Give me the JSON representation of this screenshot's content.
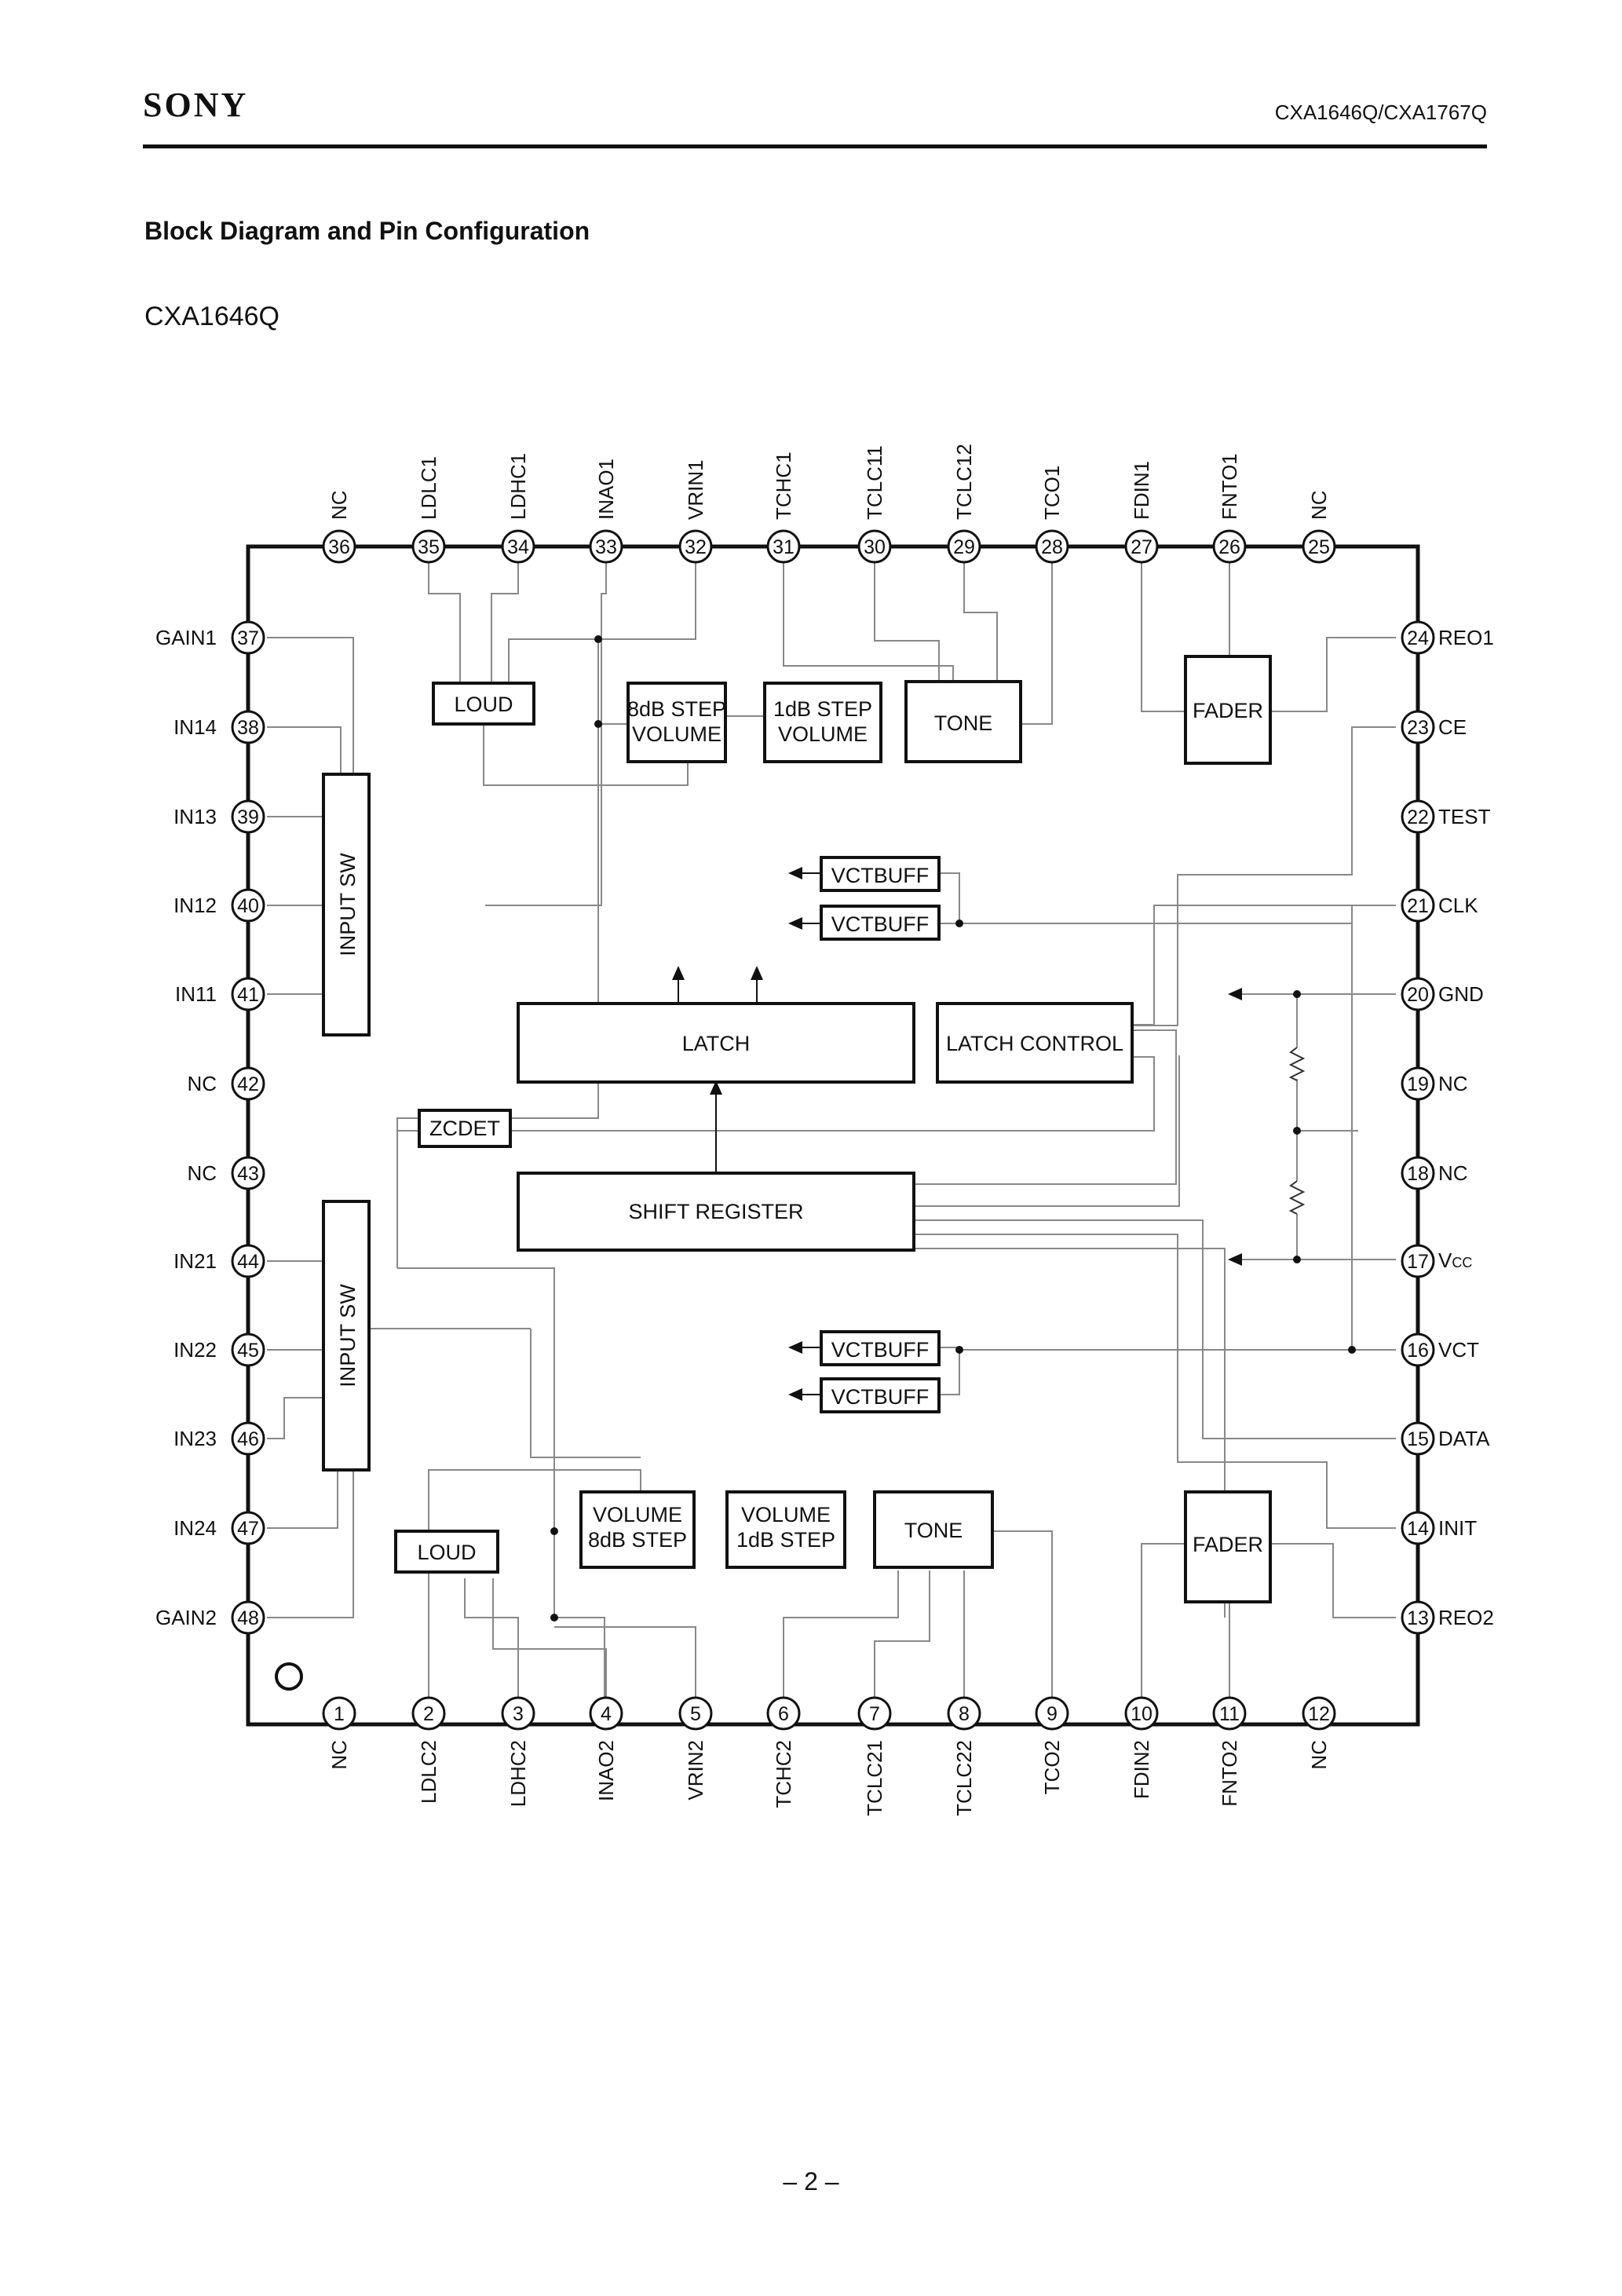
{
  "header": {
    "logo": "SONY",
    "part_numbers": "CXA1646Q/CXA1767Q"
  },
  "section_title": "Block Diagram and Pin Configuration",
  "chip_name": "CXA1646Q",
  "blocks": {
    "loud": "LOUD",
    "step8": [
      "8dB STEP",
      "VOLUME"
    ],
    "step1": [
      "1dB STEP",
      "VOLUME"
    ],
    "tone": "TONE",
    "fader": "FADER",
    "input_sw": "INPUT SW",
    "vctbuff": "VCTBUFF",
    "latch": "LATCH",
    "latch_control": "LATCH CONTROL",
    "zcdet": "ZCDET",
    "shift_register": "SHIFT REGISTER",
    "vol8": [
      "VOLUME",
      "8dB STEP"
    ],
    "vol1": [
      "VOLUME",
      "1dB STEP"
    ]
  },
  "pin_vcc_v": "V",
  "pin_vcc_sub": "CC",
  "pins": [
    {
      "num": "1",
      "name": "NC"
    },
    {
      "num": "2",
      "name": "LDLC2"
    },
    {
      "num": "3",
      "name": "LDHC2"
    },
    {
      "num": "4",
      "name": "INAO2"
    },
    {
      "num": "5",
      "name": "VRIN2"
    },
    {
      "num": "6",
      "name": "TCHC2"
    },
    {
      "num": "7",
      "name": "TCLC21"
    },
    {
      "num": "8",
      "name": "TCLC22"
    },
    {
      "num": "9",
      "name": "TCO2"
    },
    {
      "num": "10",
      "name": "FDIN2"
    },
    {
      "num": "11",
      "name": "FNTO2"
    },
    {
      "num": "12",
      "name": "NC"
    },
    {
      "num": "13",
      "name": "REO2"
    },
    {
      "num": "14",
      "name": "INIT"
    },
    {
      "num": "15",
      "name": "DATA"
    },
    {
      "num": "16",
      "name": "VCT"
    },
    {
      "num": "17",
      "name": ""
    },
    {
      "num": "18",
      "name": "NC"
    },
    {
      "num": "19",
      "name": "NC"
    },
    {
      "num": "20",
      "name": "GND"
    },
    {
      "num": "21",
      "name": "CLK"
    },
    {
      "num": "22",
      "name": "TEST"
    },
    {
      "num": "23",
      "name": "CE"
    },
    {
      "num": "24",
      "name": "REO1"
    },
    {
      "num": "25",
      "name": "NC"
    },
    {
      "num": "26",
      "name": "FNTO1"
    },
    {
      "num": "27",
      "name": "FDIN1"
    },
    {
      "num": "28",
      "name": "TCO1"
    },
    {
      "num": "29",
      "name": "TCLC12"
    },
    {
      "num": "30",
      "name": "TCLC11"
    },
    {
      "num": "31",
      "name": "TCHC1"
    },
    {
      "num": "32",
      "name": "VRIN1"
    },
    {
      "num": "33",
      "name": "INAO1"
    },
    {
      "num": "34",
      "name": "LDHC1"
    },
    {
      "num": "35",
      "name": "LDLC1"
    },
    {
      "num": "36",
      "name": "NC"
    },
    {
      "num": "37",
      "name": "GAIN1"
    },
    {
      "num": "38",
      "name": "IN14"
    },
    {
      "num": "39",
      "name": "IN13"
    },
    {
      "num": "40",
      "name": "IN12"
    },
    {
      "num": "41",
      "name": "IN11"
    },
    {
      "num": "42",
      "name": "NC"
    },
    {
      "num": "43",
      "name": "NC"
    },
    {
      "num": "44",
      "name": "IN21"
    },
    {
      "num": "45",
      "name": "IN22"
    },
    {
      "num": "46",
      "name": "IN23"
    },
    {
      "num": "47",
      "name": "IN24"
    },
    {
      "num": "48",
      "name": "GAIN2"
    }
  ],
  "page_number": "– 2 –"
}
